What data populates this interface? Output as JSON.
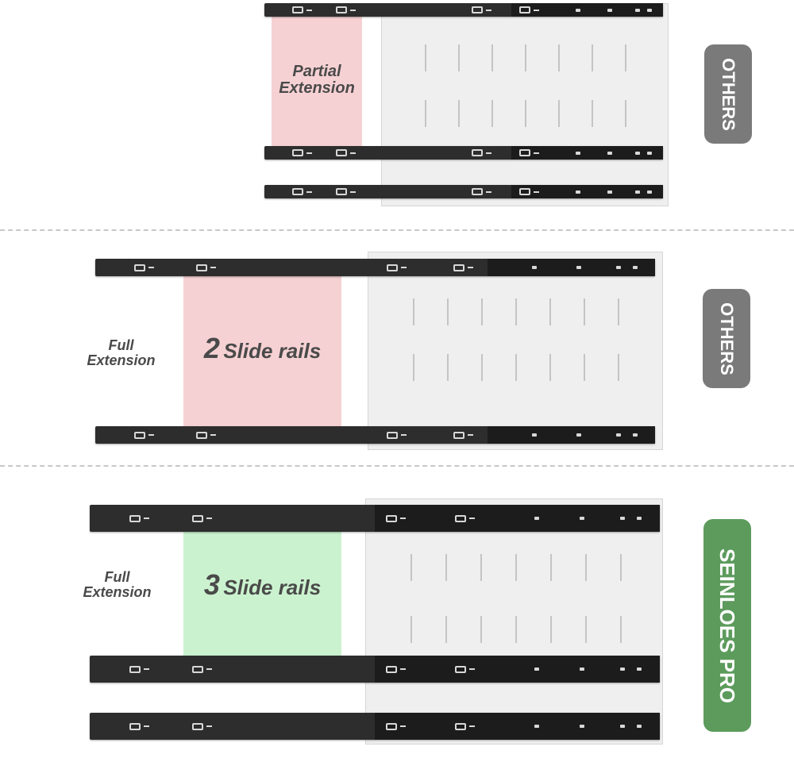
{
  "panels": [
    {
      "id": "top",
      "badge": "OTHERS",
      "badge_color": "#7a7a7a",
      "zone_label": "Partial Extension",
      "side_label": ""
    },
    {
      "id": "middle",
      "badge": "OTHERS",
      "badge_color": "#7a7a7a",
      "zone_label_number": "2",
      "zone_label_text": "Slide rails",
      "side_label_line1": "Full",
      "side_label_line2": "Extension"
    },
    {
      "id": "bottom",
      "badge": "SEINLOES PRO",
      "badge_color": "#5c9b5c",
      "zone_label_number": "3",
      "zone_label_text": "Slide rails",
      "side_label_line1": "Full",
      "side_label_line2": "Extension"
    }
  ],
  "colors": {
    "partial_zone": "#f6d1d3",
    "full_zone_others": "#f6d1d3",
    "full_zone_pro": "#cbf2cf",
    "rail": "#2d2d2d",
    "text": "#4a4a4a"
  }
}
